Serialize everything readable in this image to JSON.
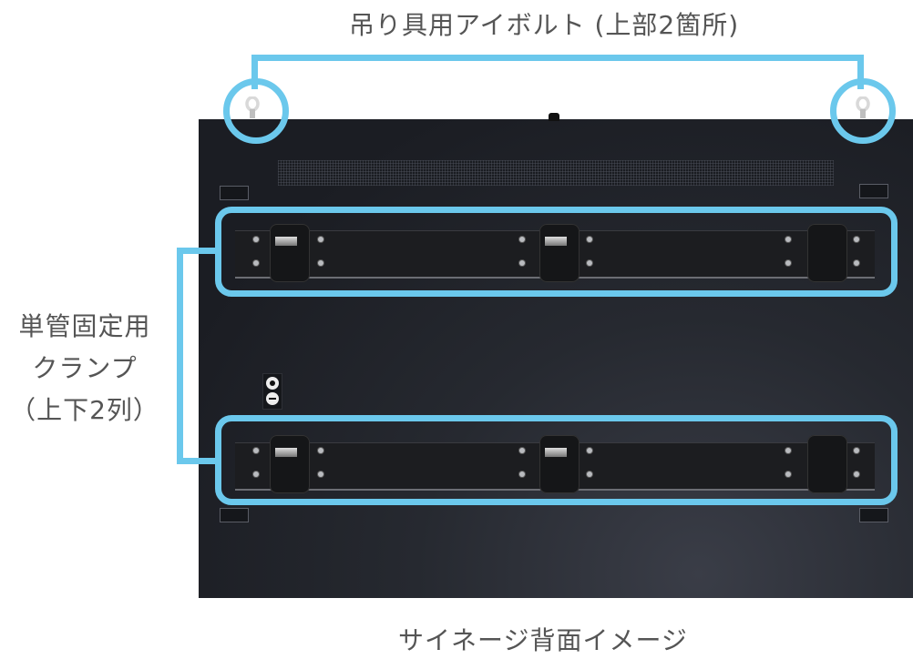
{
  "labels": {
    "eyebolts": "吊り具用アイボルト (上部2箇所)",
    "clamps": {
      "line1": "単管固定用",
      "line2": "クランプ",
      "line3": "（上下2列）"
    },
    "caption": "サイネージ背面イメージ"
  },
  "colors": {
    "highlight": "#6bc8ec",
    "panel": "#1f2128",
    "text": "#555555",
    "background": "#ffffff"
  },
  "callouts": [
    {
      "id": "eyebolt-left",
      "type": "circle",
      "target": "eyebolt"
    },
    {
      "id": "eyebolt-right",
      "type": "circle",
      "target": "eyebolt"
    },
    {
      "id": "clamp-row-upper",
      "type": "rounded-rect",
      "target": "pipe-clamp-rail"
    },
    {
      "id": "clamp-row-lower",
      "type": "rounded-rect",
      "target": "pipe-clamp-rail"
    }
  ],
  "components": {
    "eyebolt_count": 2,
    "clamp_rows": 2,
    "brackets_per_row": 3
  }
}
